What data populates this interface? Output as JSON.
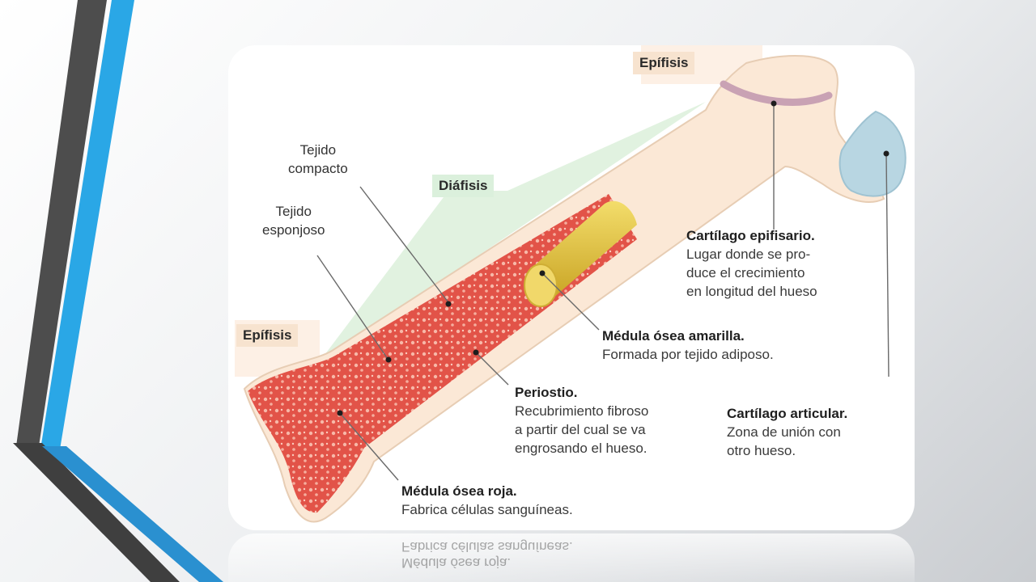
{
  "labels": {
    "epifisis_top": "Epífisis",
    "epifisis_bottom": "Epífisis",
    "diafisis": "Diáfisis",
    "tejido_compacto": [
      "Tejido",
      "compacto"
    ],
    "tejido_esponjoso": [
      "Tejido",
      "esponjoso"
    ],
    "cartilago_epifisario": {
      "title": "Cartílago epifisario.",
      "lines": [
        "Lugar donde se pro-",
        "duce el crecimiento",
        "en longitud del hueso"
      ]
    },
    "medula_amarilla": {
      "title": "Médula ósea amarilla.",
      "lines": [
        "Formada por tejido adiposo."
      ]
    },
    "periostio": {
      "title": "Periostio.",
      "lines": [
        "Recubrimiento fibroso",
        "a partir del cual se va",
        "engrosando el hueso."
      ]
    },
    "cartilago_articular": {
      "title": "Cartílago articular.",
      "lines": [
        "Zona de unión con",
        "otro hueso."
      ]
    },
    "medula_roja": {
      "title": "Médula ósea roja.",
      "lines": [
        "Fabrica células sanguíneas."
      ]
    }
  },
  "colors": {
    "accent_blue": "#2aa7e6",
    "accent_dark": "#4a4a4a",
    "bone": "#fbe8d6",
    "marrow_red": "#e0463c",
    "marrow_yellow": "#e7c93a",
    "cartilage_blue": "#b8d6e2",
    "epiphyseal_line": "#c9a2b4"
  }
}
